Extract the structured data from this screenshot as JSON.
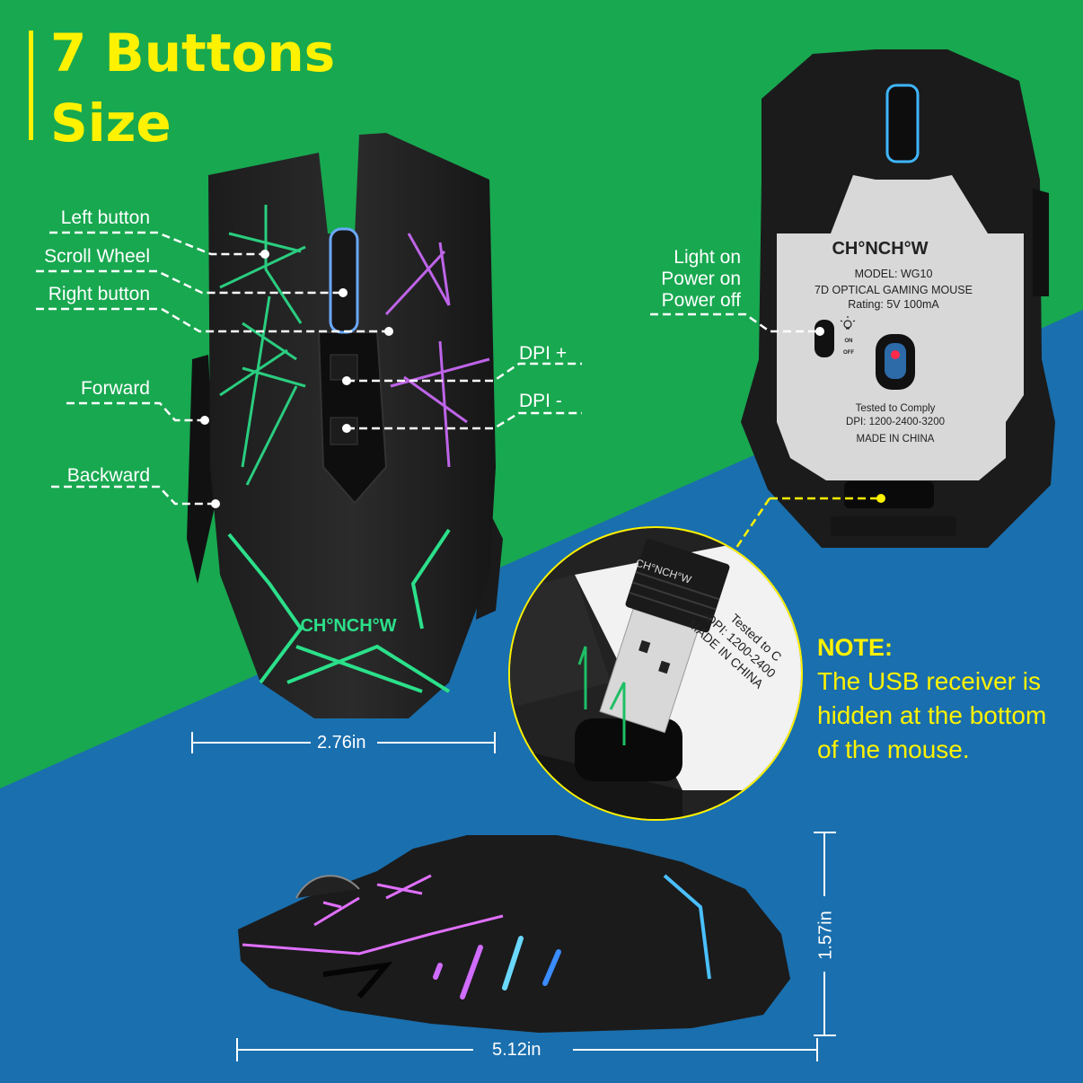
{
  "title": {
    "line1": "7 Buttons",
    "line2": "Size"
  },
  "colors": {
    "green_bg": "#18A850",
    "blue_bg": "#1A6FAE",
    "accent_yellow": "#FFF200",
    "label_white": "#FFFFFF"
  },
  "top_view": {
    "callouts": [
      {
        "label": "Left button"
      },
      {
        "label": "Scroll Wheel"
      },
      {
        "label": "Right button"
      },
      {
        "label": "Forward"
      },
      {
        "label": "Backward"
      },
      {
        "label": "DPI +"
      },
      {
        "label": "DPI -"
      }
    ],
    "logo": "CH°NCH°W",
    "width_dimension": "2.76in"
  },
  "bottom_view": {
    "switch_labels": [
      "Light on",
      "Power on",
      "Power off"
    ],
    "switch_marks": [
      "ON",
      "OFF"
    ],
    "plate": {
      "logo": "CH°NCH°W",
      "model": "MODEL: WG10",
      "product": "7D OPTICAL GAMING MOUSE",
      "rating": "Rating: 5V 100mA",
      "tested": "Tested to Comply",
      "dpi": "DPI: 1200-2400-3200",
      "origin": "MADE IN CHINA"
    }
  },
  "receiver_zoom": {
    "dongle_logo": "CH°NCH°W",
    "plate_lines": [
      "Tested to C",
      "DPI: 1200-2400",
      "MADE IN CHINA"
    ]
  },
  "note": {
    "heading": "NOTE:",
    "lines": [
      "The USB receiver is",
      "hidden at the bottom",
      "of the mouse."
    ]
  },
  "side_view": {
    "length_dimension": "5.12in",
    "height_dimension": "1.57in"
  }
}
